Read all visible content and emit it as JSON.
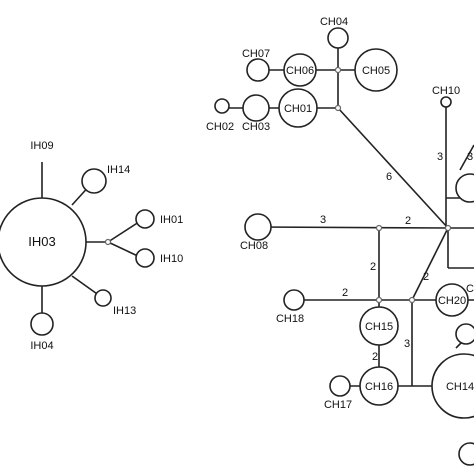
{
  "colors": {
    "line": "#222222",
    "node_fill": "#ffffff",
    "background": "#ffffff"
  },
  "left_network": {
    "center": "IH03",
    "haplotypes": [
      "IH09",
      "IH14",
      "IH01",
      "IH10",
      "IH13",
      "IH04"
    ]
  },
  "right_network": {
    "haplotypes": [
      "CH04",
      "CH07",
      "CH06",
      "CH05",
      "CH02",
      "CH03",
      "CH01",
      "CH10",
      "CH08",
      "CH18",
      "CH20",
      "CH15",
      "CH16",
      "CH17",
      "CH14"
    ],
    "mutation_labels": {
      "m_ch01_hub": "6",
      "m_ch10_hub": "3",
      "m_right_edge": "3",
      "m_ch08": "3",
      "m_top_mid": "2",
      "m_vertical": "2",
      "m_hub_ch20": "2",
      "m_ch18": "2",
      "m_ch15_ch16": "2",
      "m_ch16_col": "3",
      "m_ch20_right": "C"
    }
  }
}
